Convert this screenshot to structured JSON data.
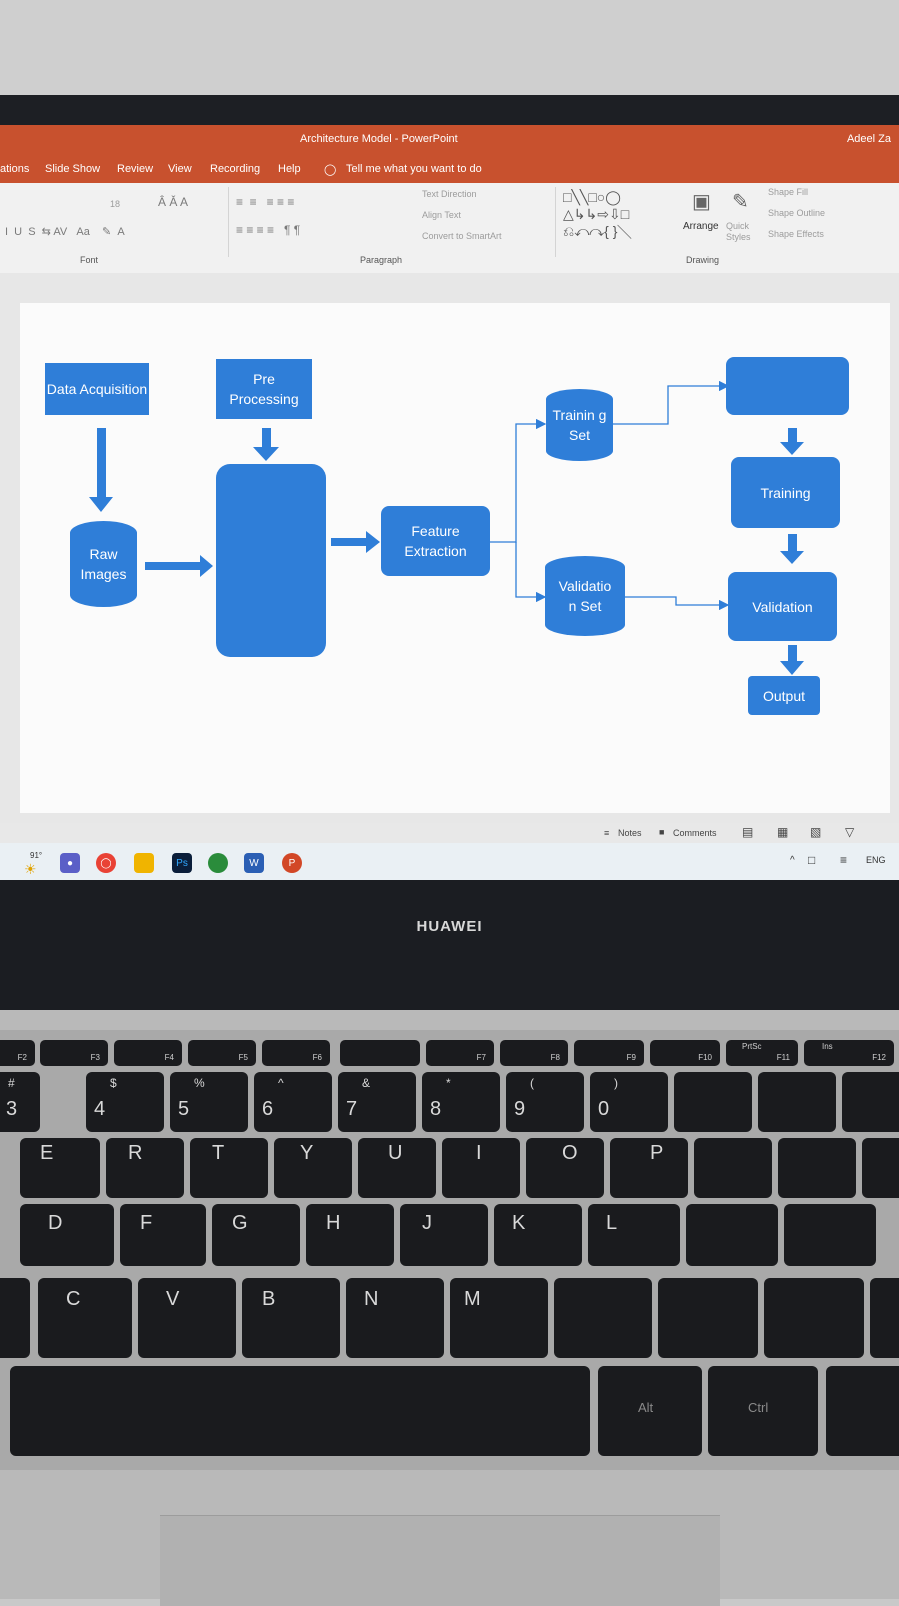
{
  "window": {
    "title": "Architecture Model  -  PowerPoint",
    "user": "Adeel Za"
  },
  "menu": {
    "items": [
      "ations",
      "Slide Show",
      "Review",
      "View",
      "Recording",
      "Help"
    ],
    "tell_me": "Tell me what you want to do"
  },
  "ribbon": {
    "groups": {
      "font": "Font",
      "paragraph": "Paragraph",
      "drawing": "Drawing"
    },
    "font_size": "18",
    "text_direction": "Text Direction",
    "align_text": "Align Text",
    "convert_smartart": "Convert to SmartArt",
    "arrange": "Arrange",
    "quick_styles": "Quick Styles",
    "shape_fill": "Shape Fill",
    "shape_outline": "Shape Outline",
    "shape_effects": "Shape Effects"
  },
  "diagram": {
    "data_acquisition": "Data Acquisition",
    "pre_processing": "Pre Processing",
    "raw_images": "Raw Images",
    "feature_extraction": "Feature Extraction",
    "training_set": "Trainin g Set",
    "validation_set": "Validatio n Set",
    "training": "Training",
    "validation": "Validation",
    "output": "Output"
  },
  "statusbar": {
    "notes": "Notes",
    "comments": "Comments"
  },
  "taskbar": {
    "weather": "91°",
    "lang": "ENG"
  },
  "laptop": {
    "brand": "HUAWEI"
  },
  "keyboard": {
    "fkeys": [
      "F2",
      "F3",
      "F4",
      "F5",
      "F6",
      "F7",
      "F8",
      "F9",
      "F10",
      "F11",
      "F12"
    ],
    "fkey_extra": [
      "PrtSc",
      "Ins"
    ],
    "row1": [
      "3",
      "4",
      "5",
      "6",
      "7",
      "8",
      "9",
      "0"
    ],
    "row1_shift": [
      "#",
      "$",
      "%",
      "^",
      "&",
      "*",
      "(",
      ")"
    ],
    "row2": [
      "E",
      "R",
      "T",
      "Y",
      "U",
      "I",
      "O",
      "P"
    ],
    "row3": [
      "D",
      "F",
      "G",
      "H",
      "J",
      "K",
      "L"
    ],
    "row4": [
      "C",
      "V",
      "B",
      "N",
      "M"
    ],
    "alt": "Alt",
    "ctrl": "Ctrl"
  },
  "colors": {
    "title_bar": "#c8512e",
    "shape_fill": "#2f7ed8",
    "arrow": "#2f7ed8"
  }
}
